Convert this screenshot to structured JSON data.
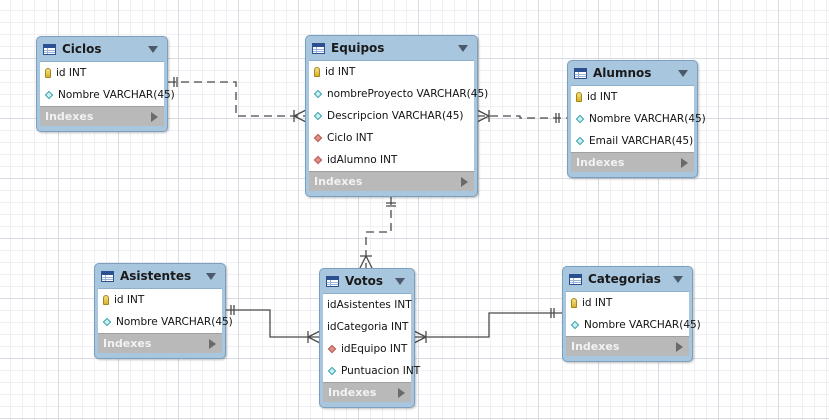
{
  "colors": {
    "header": "#a9c6df",
    "indexes_bar": "#b9b9b9",
    "connector": "#4a4a4a"
  },
  "tables": {
    "ciclos": {
      "name": "Ciclos",
      "indexes": "Indexes",
      "columns": [
        {
          "label": "id INT",
          "icon": "key"
        },
        {
          "label": "Nombre VARCHAR(45)",
          "icon": "diamond"
        }
      ]
    },
    "equipos": {
      "name": "Equipos",
      "indexes": "Indexes",
      "columns": [
        {
          "label": "id INT",
          "icon": "key"
        },
        {
          "label": "nombreProyecto VARCHAR(45)",
          "icon": "diamond"
        },
        {
          "label": "Descripcion VARCHAR(45)",
          "icon": "diamond"
        },
        {
          "label": "Ciclo INT",
          "icon": "fk-diamond"
        },
        {
          "label": "idAlumno INT",
          "icon": "fk-diamond"
        }
      ]
    },
    "alumnos": {
      "name": "Alumnos",
      "indexes": "Indexes",
      "columns": [
        {
          "label": "id INT",
          "icon": "key"
        },
        {
          "label": "Nombre VARCHAR(45)",
          "icon": "diamond"
        },
        {
          "label": "Email VARCHAR(45)",
          "icon": "diamond"
        }
      ]
    },
    "asistentes": {
      "name": "Asistentes",
      "indexes": "Indexes",
      "columns": [
        {
          "label": "id INT",
          "icon": "key"
        },
        {
          "label": "Nombre VARCHAR(45)",
          "icon": "diamond"
        }
      ]
    },
    "votos": {
      "name": "Votos",
      "indexes": "Indexes",
      "columns": [
        {
          "label": "idAsistentes INT",
          "icon": "none"
        },
        {
          "label": "idCategoria INT",
          "icon": "none"
        },
        {
          "label": "idEquipo INT",
          "icon": "fk-diamond"
        },
        {
          "label": "Puntuacion INT",
          "icon": "diamond"
        }
      ]
    },
    "categorias": {
      "name": "Categorias",
      "indexes": "Indexes",
      "columns": [
        {
          "label": "id INT",
          "icon": "key"
        },
        {
          "label": "Nombre VARCHAR(45)",
          "icon": "diamond"
        }
      ]
    }
  },
  "relationships": [
    {
      "from": "ciclos",
      "to": "equipos",
      "style": "dashed",
      "from_end": "one",
      "to_end": "many"
    },
    {
      "from": "alumnos",
      "to": "equipos",
      "style": "dashed",
      "from_end": "one",
      "to_end": "many"
    },
    {
      "from": "equipos",
      "to": "votos",
      "style": "dashed",
      "from_end": "one",
      "to_end": "many"
    },
    {
      "from": "asistentes",
      "to": "votos",
      "style": "solid",
      "from_end": "one",
      "to_end": "many"
    },
    {
      "from": "categorias",
      "to": "votos",
      "style": "solid",
      "from_end": "one",
      "to_end": "many"
    }
  ]
}
